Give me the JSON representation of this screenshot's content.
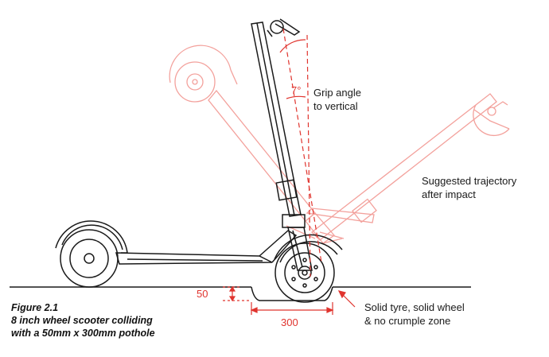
{
  "caption": {
    "line1": "Figure 2.1",
    "line2": "8 inch wheel scooter colliding",
    "line3": "with a 50mm x 300mm pothole"
  },
  "labels": {
    "angle_value": "7°",
    "grip_line1": "Grip angle",
    "grip_line2": "to vertical",
    "trajectory_line1": "Suggested trajectory",
    "trajectory_line2": "after impact",
    "tyre_line1": "Solid tyre, solid wheel",
    "tyre_line2": "& no crumple zone"
  },
  "dimensions": {
    "depth": "50",
    "width": "300"
  },
  "colors": {
    "outline": "#1a1a1a",
    "accent": "#e0342e",
    "ghost": "#f08b86"
  }
}
